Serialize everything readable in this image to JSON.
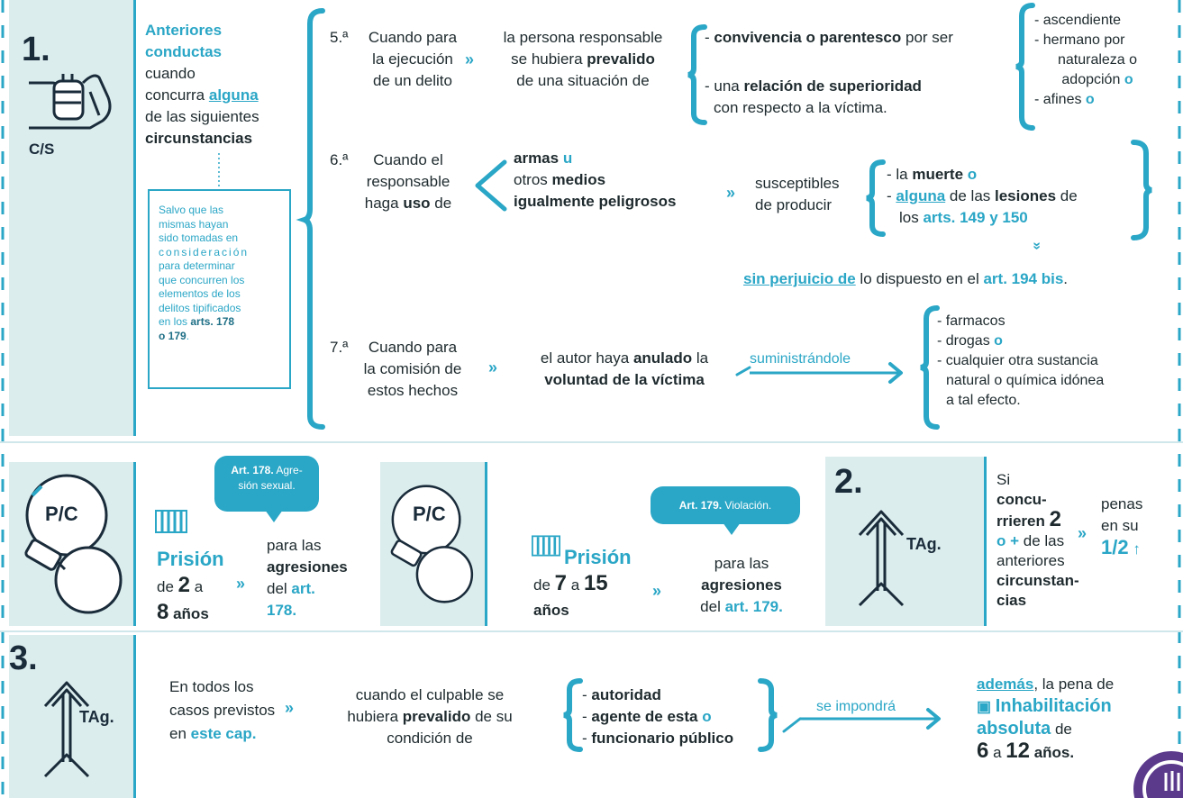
{
  "section1": {
    "number": "1.",
    "icon_label": "C/S",
    "title_line1": "Anteriores",
    "title_line2": "conductas",
    "cuando": "cuando",
    "concurra": "concurra",
    "alguna": "alguna",
    "de_las": "de las siguientes",
    "circunstancias": "circunstancias",
    "salvo_lines": [
      "Salvo que las",
      "mismas hayan",
      "sido tomadas en",
      "consideración",
      "para determinar",
      "que concurren los",
      "elementos de los",
      "delitos tipificados",
      "en los"
    ],
    "salvo_arts": "arts. 178",
    "salvo_end": "o 179",
    "salvo_dot": "."
  },
  "c5": {
    "num": "5.ª",
    "intro": [
      "Cuando para",
      "la ejecución",
      "de un delito"
    ],
    "mid1": "la persona responsable",
    "mid2": "se hubiera",
    "mid2b": "prevalido",
    "mid3": "de una situación de",
    "opt1_pre": "- ",
    "opt1_b": "convivencia o parentesco",
    "opt1_post": " por ser",
    "opt2_pre": "- una ",
    "opt2_b": "relación de superioridad",
    "opt2_line2": "con respecto a la víctima.",
    "rel": [
      "- ascendiente",
      "- hermano por",
      "naturaleza o",
      "adopción"
    ],
    "rel_o": "o",
    "afines": "- afines",
    "afines_o": "o"
  },
  "c6": {
    "num": "6.ª",
    "intro": [
      "Cuando el",
      "responsable",
      "haga"
    ],
    "uso": "uso",
    "de": "de",
    "armas": "armas",
    "u": "u",
    "otros": "otros",
    "medios": "medios",
    "igual": "igualmente peligrosos",
    "suscept": [
      "susceptibles",
      "de producir"
    ],
    "la": "- la ",
    "muerte": "muerte",
    "o": "o",
    "alguna_pre": "- ",
    "alguna": "alguna",
    "de_las": " de las ",
    "lesiones": "lesiones",
    "de2": " de",
    "los": "los ",
    "arts": "arts. 149 y 150",
    "sin": "sin perjuicio de",
    "sin_mid": " lo dispuesto en el ",
    "art194": "art. 194 bis",
    "dot": "."
  },
  "c7": {
    "num": "7.ª",
    "intro": [
      "Cuando para",
      "la comisión de",
      "estos hechos"
    ],
    "autor": "el autor haya",
    "anulado": "anulado",
    "la": " la",
    "voluntad": "voluntad de la víctima",
    "sumin": "suministrándole",
    "list": [
      "- farmacos",
      "- drogas"
    ],
    "drogas_o": "o",
    "list2": [
      "- cualquier otra sustancia",
      "natural o química idónea",
      "a tal efecto."
    ]
  },
  "row2": {
    "pc": "P/C",
    "bubble1_b": "Art. 178.",
    "bubble1": " Agre-",
    "bubble1_2": "sión sexual.",
    "prision": "Prisión",
    "de": "de",
    "n2": "2",
    "a": "a",
    "n8": "8",
    "anos": "años",
    "para": "para las",
    "agresiones": "agresiones",
    "del": "del",
    "art178": "art.",
    "art178b": "178.",
    "bubble2_b": "Art. 179.",
    "bubble2": " Violación.",
    "prision2": "Prisión",
    "n7": "7",
    "n15": "15",
    "anos2": "años",
    "para2": "para las",
    "agresiones2": "agresiones",
    "del2": "del",
    "art179": "art. 179."
  },
  "section2": {
    "number": "2.",
    "tag": "TAg.",
    "si": "Si",
    "concu": "concu-",
    "rrieren": "rrieren",
    "n2": "2",
    "omas": "o +",
    "de_las": " de las",
    "anteriores": "anteriores",
    "circ1": "circunstan-",
    "circ2": "cias",
    "penas": "penas",
    "en_su": "en su",
    "half": "1/2"
  },
  "section3": {
    "number": "3.",
    "tag": "TAg.",
    "intro": [
      "En todos los",
      "casos previstos",
      "en"
    ],
    "este": "este cap.",
    "mid1": "cuando el culpable se",
    "mid2": "hubiera",
    "prevalido": "prevalido",
    "mid2b": " de su",
    "mid3": "condición de",
    "l1": "autoridad",
    "l2": "agente de esta",
    "l2o": "o",
    "l3": "funcionario público",
    "impondra": "se impondrá",
    "ademas": "además",
    "pena": ", la pena de",
    "inhab": "Inhabilitación",
    "absoluta": "absoluta",
    "de": " de",
    "n6": "6",
    "a": " a ",
    "n12": "12",
    "anos": "años."
  },
  "colors": {
    "accent": "#2aa6c6",
    "panel": "#dcedee",
    "ink": "#1e2a2e",
    "dark": "#1a2b3a"
  }
}
